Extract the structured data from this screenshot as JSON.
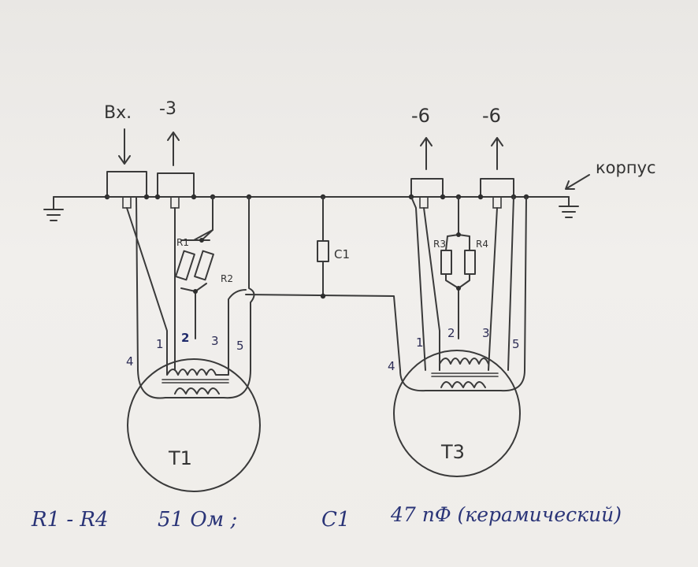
{
  "labels": {
    "input": "Вх.",
    "out_left": "-3",
    "out_mid": "-6",
    "out_right": "-6",
    "chassis": "корпус",
    "r1": "R1",
    "r2": "R2",
    "r3": "R3",
    "r4": "R4",
    "c1": "C1",
    "t1": "T1",
    "t3": "T3"
  },
  "t1_pins": [
    "4",
    "1",
    "2",
    "3",
    "5"
  ],
  "t3_pins": [
    "4",
    "1",
    "2",
    "3",
    "5"
  ],
  "legend": {
    "resistors": "R1 - R4",
    "resistor_value": "51 Ом ;",
    "capacitor": "C1",
    "capacitor_value": "47 пФ (керамический)"
  },
  "colors": {
    "ink": "#3a3a3a",
    "blue_ink": "#1f2a6b",
    "paper": "#eeece9"
  }
}
